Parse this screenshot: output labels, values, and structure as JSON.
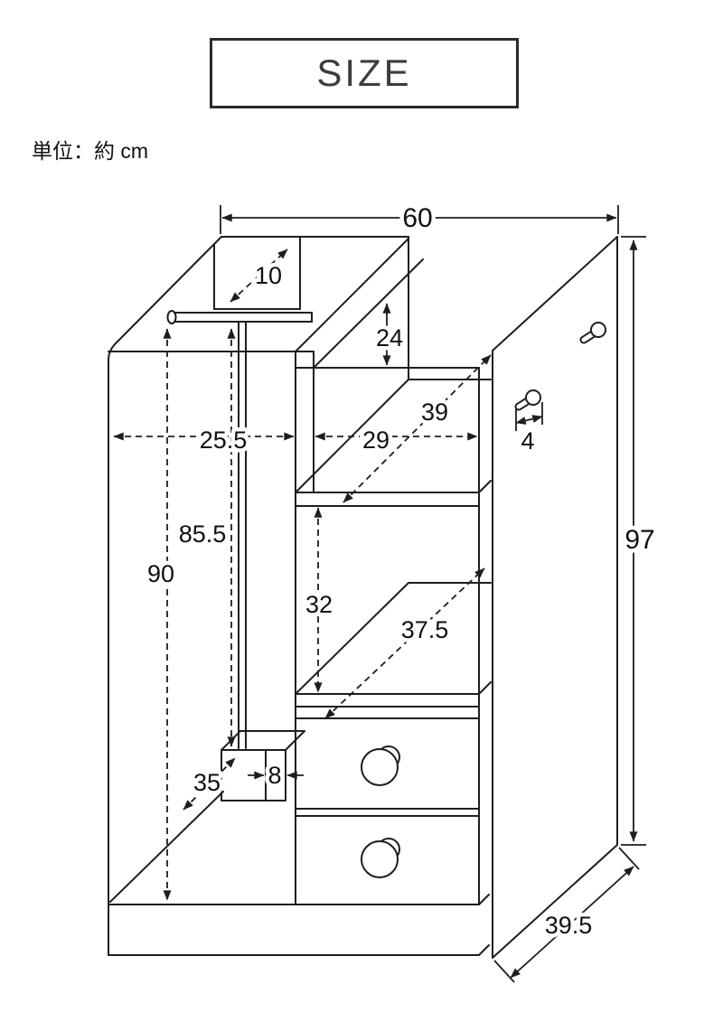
{
  "header": {
    "title": "SIZE",
    "unit_note": "単位：約 cm"
  },
  "diagram": {
    "type": "furniture-dimension-diagram",
    "unit": "cm",
    "labels": {
      "overall_width": "60",
      "overall_height": "97",
      "depth": "39.5",
      "top_tray_depth": "10",
      "upper_compartment_height": "24",
      "upper_shelf_depth": "39",
      "right_inner_width": "29",
      "left_inner_width": "25.5",
      "peg_size": "4",
      "rod_height": "85.5",
      "inner_height": "90",
      "middle_compartment_height": "32",
      "lower_shelf_depth": "37.5",
      "base_depth": "35",
      "base_width": "8"
    }
  }
}
